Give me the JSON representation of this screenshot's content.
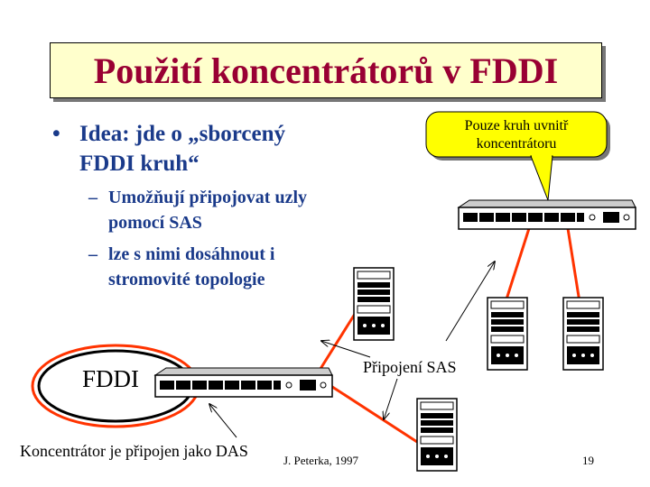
{
  "slide": {
    "title": "Použití koncentrátorů v FDDI",
    "bullet": {
      "marker": "•",
      "text": "Idea: jde o „sborcený FDDI kruh“"
    },
    "subbullets": [
      {
        "marker": "–",
        "text": "Umožňují připojovat uzly pomocí SAS"
      },
      {
        "marker": "–",
        "text": "lze s nimi dosáhnout i stromovité topologie"
      }
    ],
    "callout": "Pouze kruh uvnitř koncentrátoru",
    "label_sas": "Připojení SAS",
    "label_fddi": "FDDI",
    "label_das": "Koncentrátor je připojen jako DAS",
    "author": "J. Peterka, 1997",
    "page_number": "19"
  },
  "colors": {
    "title_text": "#990033",
    "title_bg": "#ffffcc",
    "bullet_text": "#1a3a8a",
    "callout_bg": "#ffff00",
    "link_red": "#ff3300",
    "ring_red": "#ff3300"
  }
}
